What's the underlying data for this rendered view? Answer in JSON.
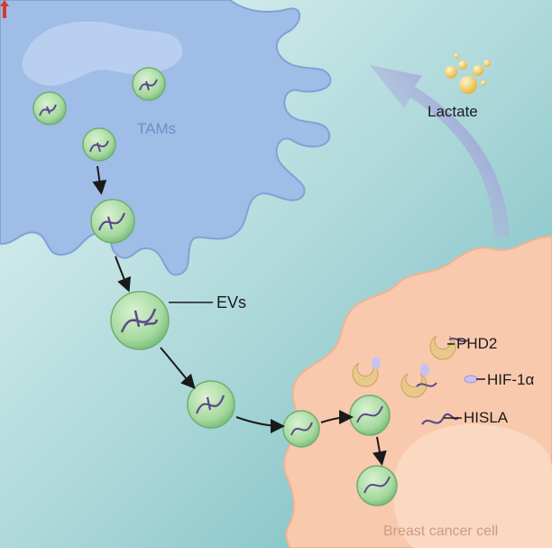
{
  "cells": {
    "macrophage": "TAMs",
    "cancer": "Breast cancer cell"
  },
  "labels": {
    "evs": "EVs",
    "phd2": "PHD2",
    "hif": "HIF-1α",
    "hisla": "HISLA",
    "lactate": "Lactate"
  },
  "colors": {
    "background": "#cfe9ea",
    "macrophage": "#9fbde6",
    "cancer_cell": "#f8c9ad",
    "vesicle": "#9ed69a",
    "rna": "#5a4a8a",
    "phd2": "#e8c98a",
    "hif": "#c9c2ee",
    "lactate_droplet": "#f3d36a",
    "increase_arrow": "#d8392b",
    "big_arrow": "#8f7fd1"
  }
}
